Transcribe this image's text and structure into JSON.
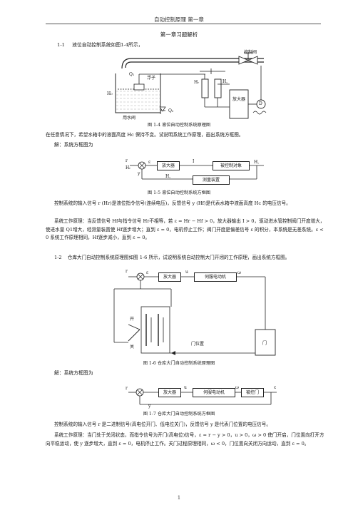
{
  "header": {
    "title": "自动控制原理 第一章"
  },
  "section": {
    "title": "第一章习题解析"
  },
  "p1": {
    "number": "1-1",
    "statement": "液位自动控制系统如图1-4所示，",
    "fig": {
      "labels": {
        "control_valve": "控制阀",
        "q1": "Q₁",
        "float": "浮子",
        "h": "H₀",
        "outlet_valve": "用水阀",
        "q2": "Q₂",
        "hr": "Hᵣ",
        "hc": "H꜀",
        "amp": "放大器",
        "motor": "D"
      },
      "caption": "图 1-4  液位自动控制系统原理图"
    },
    "question": "在任意情况下，希望水箱中的液面高度 Hc 保持不变。试说明系统工作原理，画出系统方框图。",
    "solution_label": "解：系统方框图为",
    "block": {
      "r": "r",
      "hr": "Hᵣ",
      "e": "ε",
      "amp": "放大器",
      "i": "I",
      "plant": "被控制对象",
      "hc": "H꜀",
      "y": "y",
      "sensor": "测量装置",
      "hf": "H꜀"
    },
    "block_caption": "图 1-5 液位自动控制系统方框图",
    "text1": "控制系统的输入信号 r (Hr)是液位指令信号(连续电压)，反馈信号 y (Hf)是代表水箱中液面高度 Hc 的电压信号。",
    "text2": "系统工作原理：当反馈信号 Hf与指令信号 Hr不相等，若 ε = Hr − Hf > 0，放大器输出 I > 0，驱动进水管控制阀门开度增大，使进水量 Q1增大，经测量装置使 Hf逐步增大；直到 ε = 0，电机停止工作；阀门开度是偏差信号 ε 的积分，本系统是无差系统。ε < 0 系统工作原理相同，Hf逐步减小，直到 ε = 0。"
  },
  "p2": {
    "number": "1-2",
    "statement": "仓库大门自动控制系统原理图如图 1-6 所示，试说明系统自动控制大门开闭的工作原理，画出系统方框图。",
    "fig": {
      "r": "r",
      "e": "ε",
      "amp": "放大器",
      "u": "u",
      "motor": "伺服电动机",
      "omega": "ω",
      "open": "开",
      "close": "关",
      "door_pos": "门位置",
      "door": "门",
      "caption": "图 1-6 仓库大门自动控制系统原理图"
    },
    "solution_label": "解：系统方框图为",
    "block": {
      "r": "r",
      "amp": "放大器",
      "u": "u",
      "motor": "伺服电动机",
      "omega": "ω",
      "plant": "被控门",
      "c": "c",
      "y": "y"
    },
    "block_caption": "图 1-7 仓库大门自动控制系统方框图",
    "text1": "控制系统的输入信号 r 是二进制信号(高电位开门、低电位关门)，反馈信号 y 是代表门位置的电压信号。",
    "text2": "系统工作原理：当门处于关闭状态，而指令信号为开门(高电位)信号，ε = r − y > 0，u > 0，ω > 0 使门开启，门位置向打开方向平稳运动，使 y 逐步增大，直到 ε = 0，电机停止工作。关门过程原理相同，ω < 0，门位置向关闭方向运动，直到 ε = 0。"
  },
  "footer": {
    "page": "1"
  }
}
